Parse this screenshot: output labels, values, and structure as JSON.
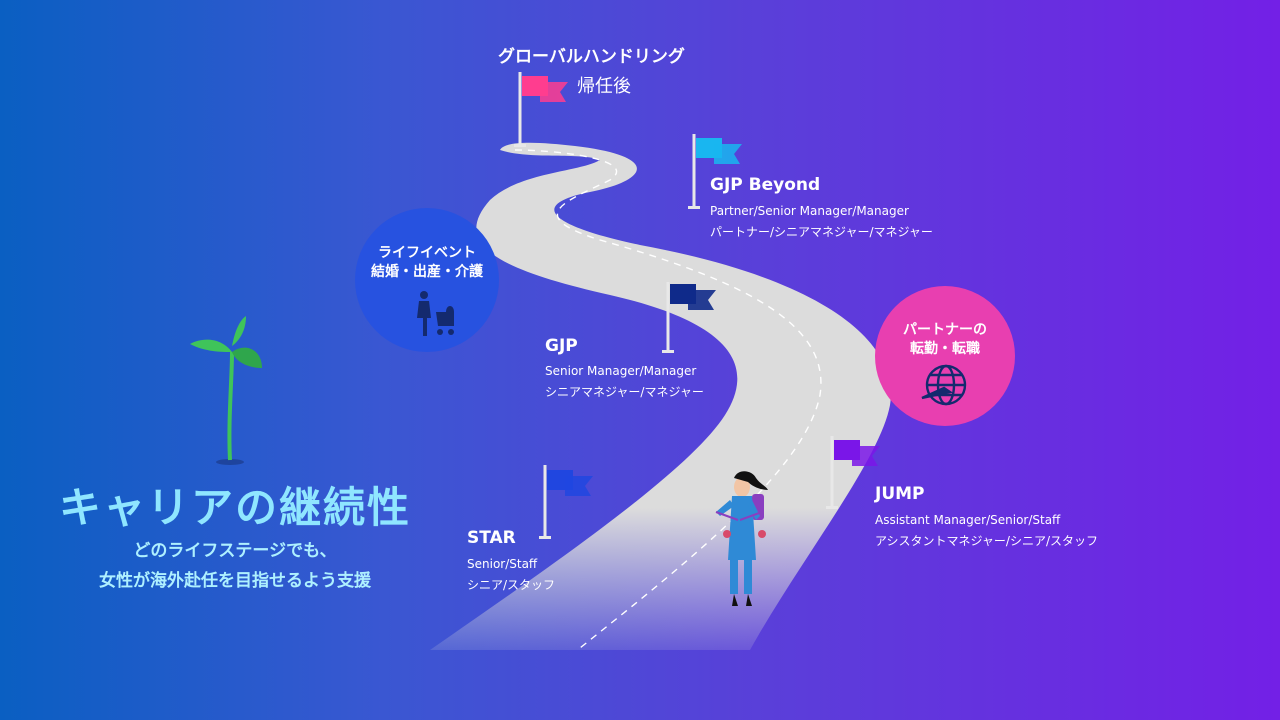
{
  "milestones": {
    "global": {
      "title": "グローバルハンドリング",
      "subtitle": "帰任後",
      "flag_color": "#ff3d8f"
    },
    "beyond": {
      "title": "GJP Beyond",
      "en": "Partner/Senior Manager/Manager",
      "ja": "パートナー/シニアマネジャー/マネジャー",
      "flag_color": "#19b6f0"
    },
    "gjp": {
      "title": "GJP",
      "en": "Senior Manager/Manager",
      "ja": "シニアマネジャー/マネジャー",
      "flag_color": "#0f2a8a"
    },
    "jump": {
      "title": "JUMP",
      "en": "Assistant Manager/Senior/Staff",
      "ja": "アシスタントマネジャー/シニア/スタッフ",
      "flag_color": "#7a16e8"
    },
    "star": {
      "title": "STAR",
      "en": "Senior/Staff",
      "ja": "シニア/スタッフ",
      "flag_color": "#2046e0"
    }
  },
  "life_event": {
    "line1": "ライフイベント",
    "line2": "結婚・出産・介護",
    "icon": "mother-stroller-icon",
    "color": "#2752e0"
  },
  "partner_event": {
    "line1": "パートナーの",
    "line2": "転勤・転職",
    "icon": "globe-plane-icon",
    "color": "#e83fb0"
  },
  "headline": {
    "title": "キャリアの継続性",
    "line1": "どのライフステージでも、",
    "line2": "女性が海外赴任を目指せるよう支援"
  },
  "colors": {
    "road": "#d9d9d9",
    "title_text": "#8fe6ff",
    "sprout": "#3fc45a"
  }
}
